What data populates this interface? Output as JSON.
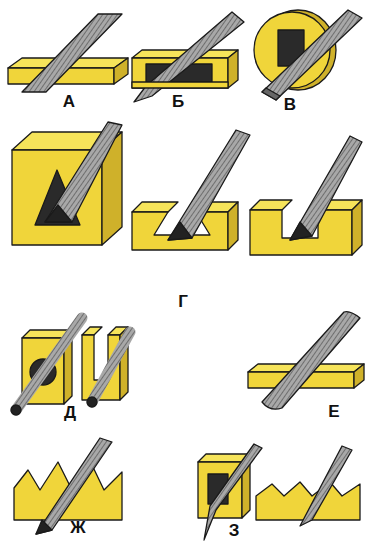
{
  "diagram": {
    "labels": [
      "А",
      "Б",
      "В",
      "Г",
      "Д",
      "Е",
      "Ж",
      "З"
    ]
  }
}
